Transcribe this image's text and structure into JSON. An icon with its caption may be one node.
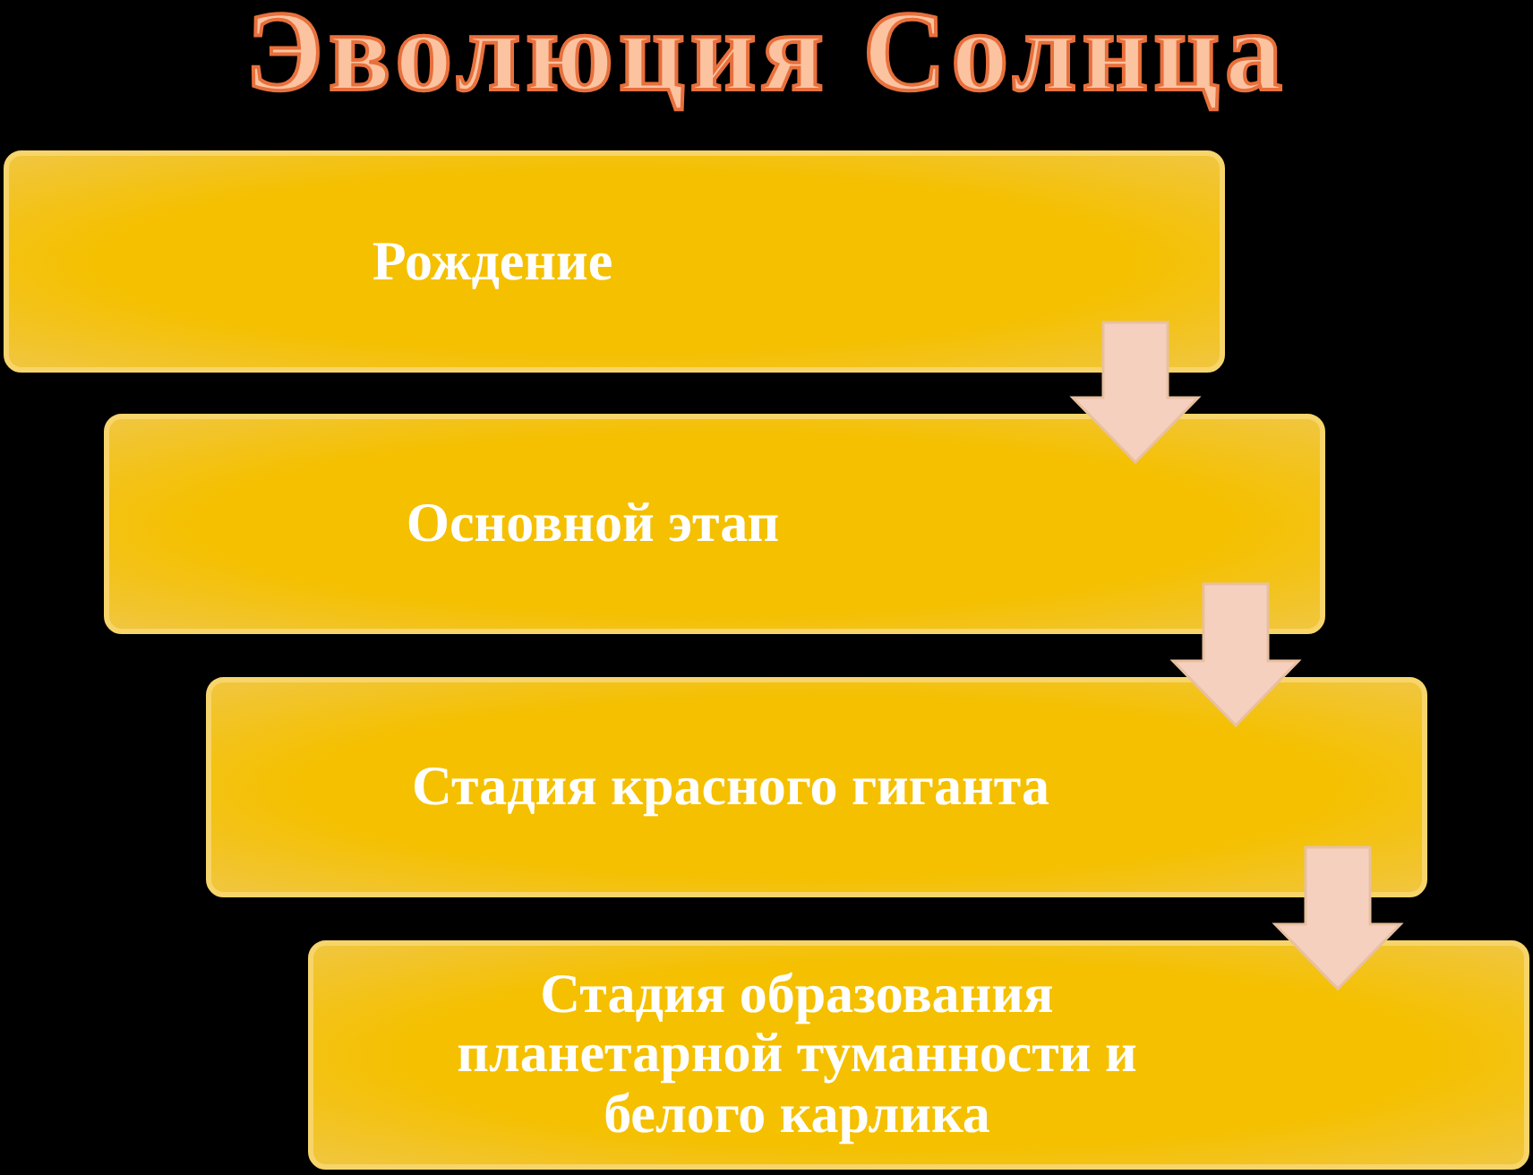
{
  "diagram": {
    "title": "Эволюция Солнца",
    "nodes": [
      {
        "text": [
          "Рождение"
        ]
      },
      {
        "text": [
          "Основной этап"
        ]
      },
      {
        "text": [
          "Стадия красного гиганта"
        ]
      },
      {
        "text": [
          "Стадия образования планетарной туманности и белого карлика"
        ]
      }
    ],
    "edges": [
      {
        "from": 0,
        "to": 1,
        "arrow": "to"
      },
      {
        "from": 1,
        "to": 2,
        "arrow": "to"
      },
      {
        "from": 2,
        "to": 3,
        "arrow": "to"
      }
    ]
  }
}
